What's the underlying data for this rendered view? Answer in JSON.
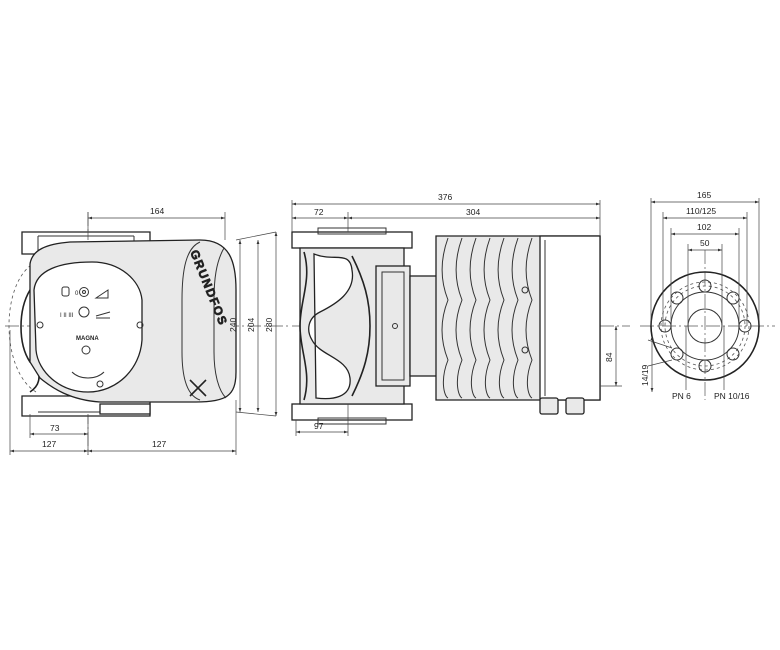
{
  "brand": "GRUNDFOS",
  "front_view": {
    "dimensions": {
      "width_top": "164",
      "height_inner": "240",
      "height_mid": "204",
      "height_total": "280",
      "left_offset": "73",
      "bottom_left": "127",
      "bottom_right": "127"
    },
    "panel": {
      "label_small": "0",
      "label_scale": "I  II  III",
      "label_mode": "MAGNA"
    }
  },
  "side_view": {
    "dimensions": {
      "length_total": "376",
      "flange_part": "72",
      "motor_part": "304",
      "bottom_flange": "97",
      "shaft_to_base": "84"
    }
  },
  "flange_view": {
    "dimensions": {
      "outer": "165",
      "bolt_circle": "110/125",
      "raised_face": "102",
      "bore": "50",
      "bolt_hole": "14/19"
    },
    "pressure_labels": {
      "pn_low": "PN 6",
      "pn_high": "PN 10/16"
    }
  }
}
